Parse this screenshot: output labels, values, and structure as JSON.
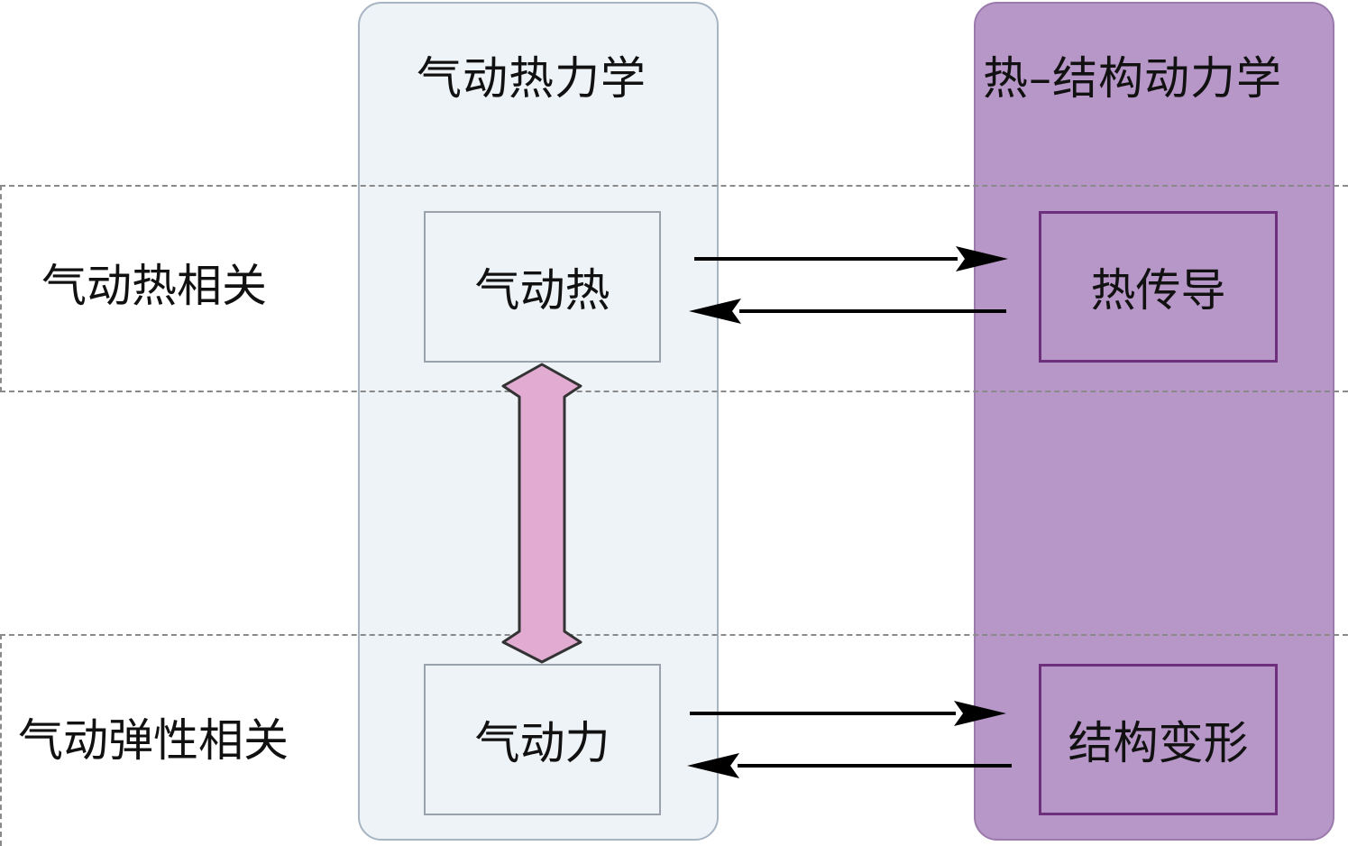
{
  "columns": {
    "left_title": "气动热力学",
    "right_title": "热–结构动力学"
  },
  "rows": {
    "top_label": "气动热相关",
    "bottom_label": "气动弹性相关"
  },
  "boxes": {
    "aero_heat": "气动热",
    "heat_conduction": "热传导",
    "aero_force": "气动力",
    "structural_deformation": "结构变形"
  },
  "colors": {
    "left_column_fill": "#eef3f8",
    "right_column_fill": "#b797c8",
    "right_box_border": "#6e2f7c",
    "coupling_arrow_fill": "#e2acd2",
    "coupling_arrow_stroke": "#333333",
    "dashed_band_border": "#8a8a8a"
  },
  "edges": [
    {
      "from": "aero_heat",
      "to": "heat_conduction"
    },
    {
      "from": "heat_conduction",
      "to": "aero_heat"
    },
    {
      "from": "aero_force",
      "to": "structural_deformation"
    },
    {
      "from": "structural_deformation",
      "to": "aero_force"
    },
    {
      "from": "aero_heat",
      "to": "aero_force",
      "bidirectional": true
    }
  ]
}
